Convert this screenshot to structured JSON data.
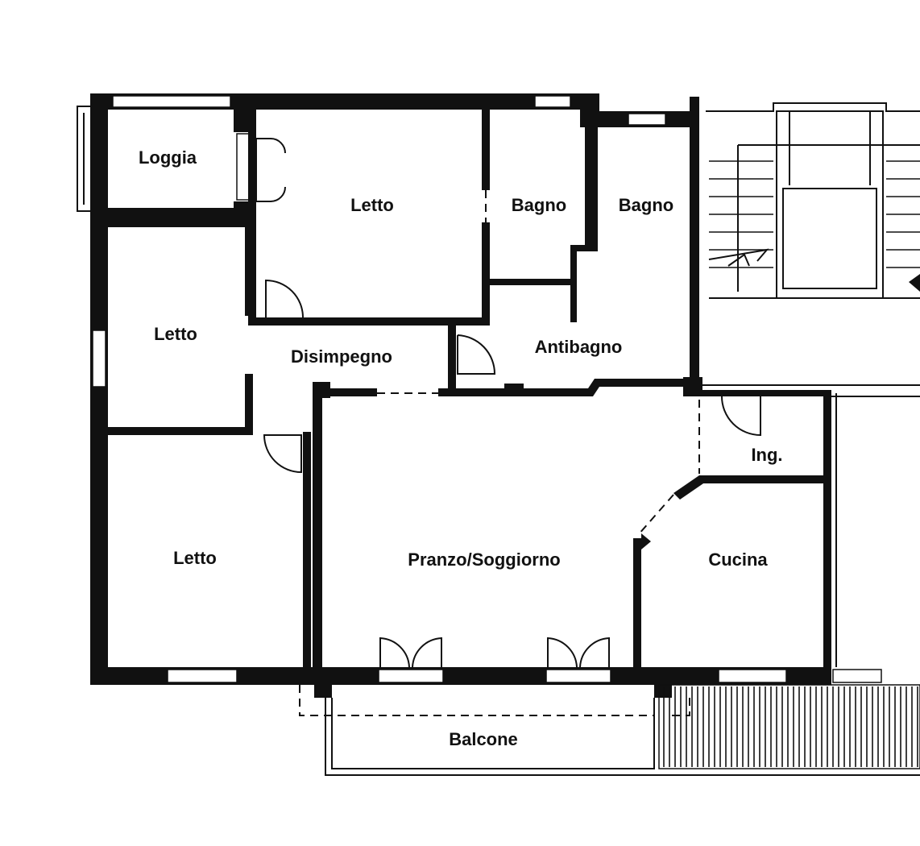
{
  "rooms": {
    "loggia": "Loggia",
    "letto_master": "Letto",
    "bagno_1": "Bagno",
    "bagno_2": "Bagno",
    "letto_2": "Letto",
    "disimpegno": "Disimpegno",
    "antibagno": "Antibagno",
    "ingresso": "Ing.",
    "letto_3": "Letto",
    "pranzo_soggiorno": "Pranzo/Soggiorno",
    "cucina": "Cucina",
    "balcone": "Balcone"
  }
}
